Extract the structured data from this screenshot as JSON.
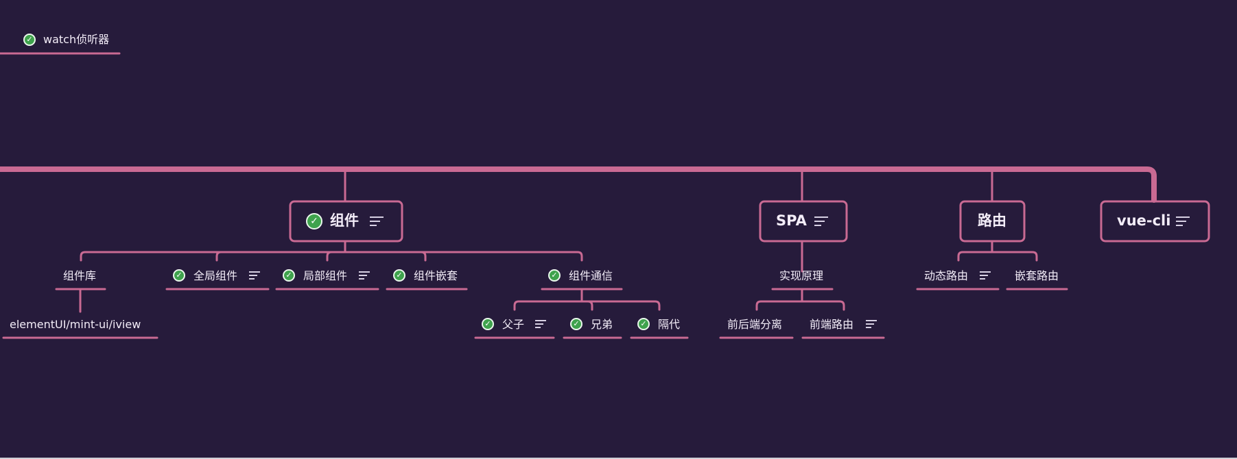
{
  "colors": {
    "background": "#261b3b",
    "branch": "#c96a93",
    "check": "#3fa34d",
    "text": "#f3edf8"
  },
  "icons": {
    "done": "check-circle-icon",
    "note": "note-lines-icon"
  },
  "nodes": {
    "watch": "watch侦听器",
    "components": "组件",
    "spa": "SPA",
    "router": "路由",
    "vuecli": "vue-cli",
    "component_lib": "组件库",
    "component_lib_examples": "elementUI/mint-ui/iview",
    "global_component": "全局组件",
    "local_component": "局部组件",
    "nested_component": "组件嵌套",
    "component_comm": "组件通信",
    "parent_child": "父子",
    "siblings": "兄弟",
    "cross_level": "隔代",
    "principle": "实现原理",
    "fe_be_separation": "前后端分离",
    "frontend_routing": "前端路由",
    "dynamic_route": "动态路由",
    "nested_route": "嵌套路由"
  }
}
